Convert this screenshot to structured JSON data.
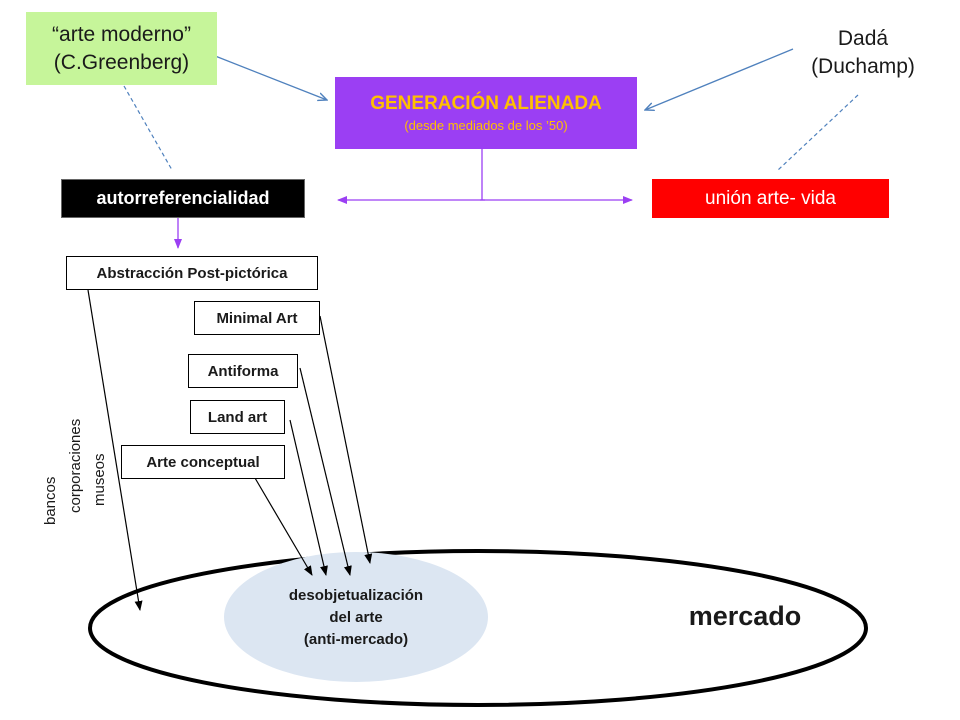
{
  "colors": {
    "green_box": "#c6f59a",
    "purple_box": "#9b3ff3",
    "orange_text": "#ffc000",
    "black_box": "#000000",
    "red_box": "#ff0000",
    "blue_ellipse": "#dce6f2",
    "arrow_blue": "#4f81bd",
    "arrow_purple": "#9b3ff3"
  },
  "nodes": {
    "arte_moderno": {
      "line1": "“arte moderno”",
      "line2": "(C.Greenberg)"
    },
    "dada": {
      "line1": "Dadá",
      "line2": "(Duchamp)"
    },
    "generacion": {
      "title": "GENERACIÓN ALIENADA",
      "subtitle": "(desde mediados de los ’50)"
    },
    "autorreferencialidad": "autorreferencialidad",
    "union": "unión arte- vida",
    "abstraccion": "Abstracción Post-pictórica",
    "minimal": "Minimal Art",
    "antiforma": "Antiforma",
    "land": "Land art",
    "conceptual": "Arte conceptual",
    "desobjetualizacion": {
      "line1": "desobjetualización",
      "line2": "del arte",
      "line3": "(anti-mercado)"
    },
    "mercado": "mercado",
    "side_labels": [
      "bancos",
      "corporaciones",
      "museos"
    ]
  }
}
